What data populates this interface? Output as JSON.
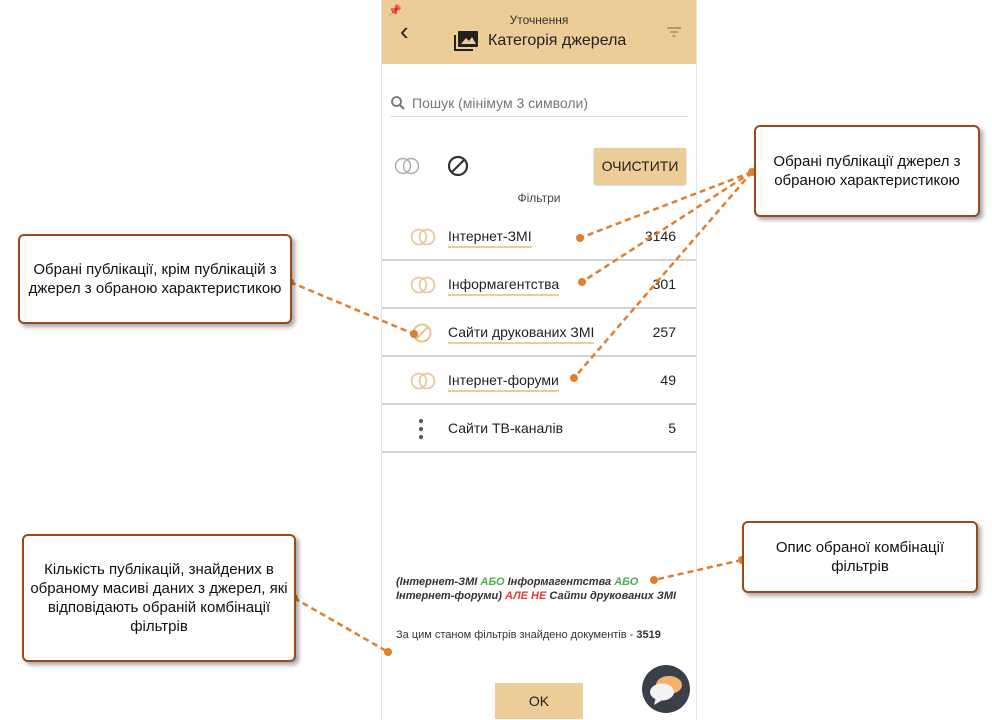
{
  "header": {
    "subtitle": "Уточнення",
    "title": "Категорія джерела"
  },
  "search": {
    "placeholder": "Пошук (мінімум 3 символи)"
  },
  "toolbar": {
    "clear_label": "ОЧИСТИТИ"
  },
  "filters": {
    "label": "Фільтри",
    "rows": [
      {
        "label": "Інтернет-ЗМІ",
        "count": "3146"
      },
      {
        "label": "Інформагентства",
        "count": "301"
      },
      {
        "label": "Сайти друкованих ЗМІ",
        "count": "257"
      },
      {
        "label": "Інтернет-форуми",
        "count": "49"
      },
      {
        "label": "Сайти ТВ-каналів",
        "count": "5"
      }
    ]
  },
  "description": {
    "open": "(",
    "item1": "Інтернет-ЗМІ",
    "or1": "АБО",
    "item2": "Інформагентства",
    "or2": "АБО",
    "item3": "Інтернет-форуми",
    "close": ")",
    "but_not": "АЛЕ НЕ",
    "item4": "Сайти друкованих ЗМІ"
  },
  "found": {
    "text": "За цим станом фільтрів знайдено документів - ",
    "count": "3519"
  },
  "ok_label": "OK",
  "callouts": {
    "selected": "Обрані публікації джерел з обраною характеристикою",
    "excluded": "Обрані публікації, крім публікацій з джерел з обраною характеристикою",
    "count": "Кількість публікацій, знайдених в обраному масиві даних з джерел, які відповідають обраній комбінації фільтрів",
    "desc": "Опис обраної комбінації фільтрів"
  }
}
